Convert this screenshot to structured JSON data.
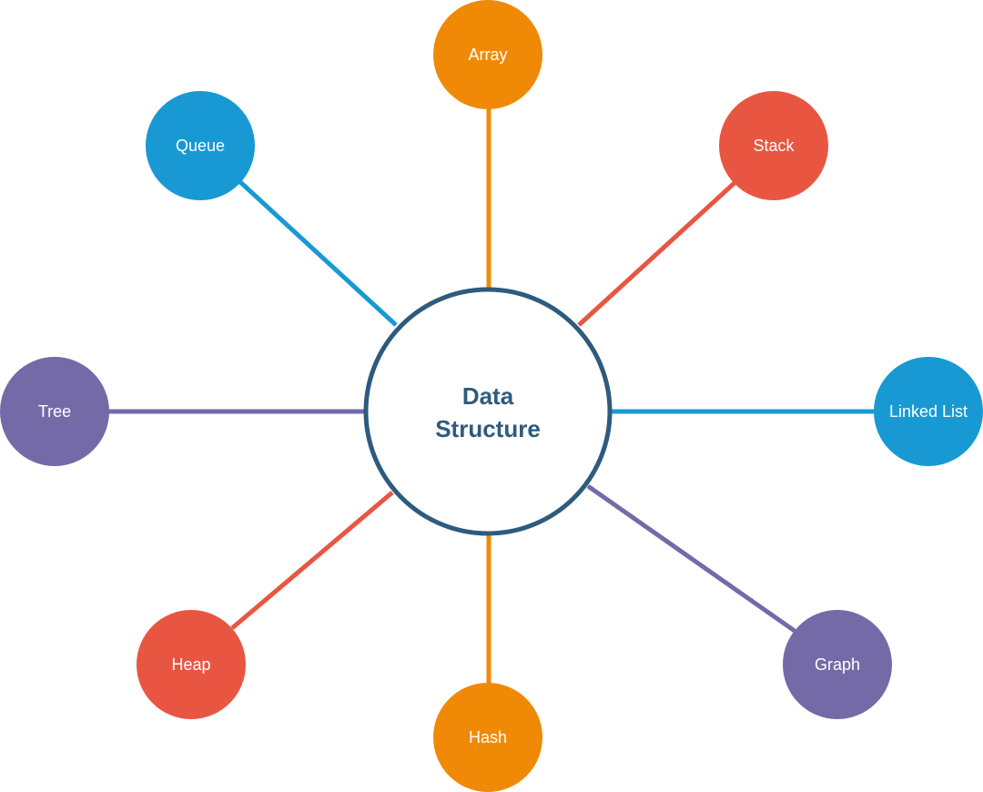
{
  "center": {
    "line1": "Data",
    "line2": "Structure",
    "border_color": "#2e5b7d",
    "text_color": "#2e5b7d"
  },
  "palette": {
    "orange": "#f08a06",
    "red": "#e85642",
    "blue": "#1899d3",
    "purple": "#756aa8"
  },
  "nodes": [
    {
      "id": "array",
      "label": "Array",
      "color": "orange"
    },
    {
      "id": "stack",
      "label": "Stack",
      "color": "red"
    },
    {
      "id": "linked-list",
      "label": "Linked List",
      "color": "blue"
    },
    {
      "id": "graph",
      "label": "Graph",
      "color": "purple"
    },
    {
      "id": "hash",
      "label": "Hash",
      "color": "orange"
    },
    {
      "id": "heap",
      "label": "Heap",
      "color": "red"
    },
    {
      "id": "tree",
      "label": "Tree",
      "color": "purple"
    },
    {
      "id": "queue",
      "label": "Queue",
      "color": "blue"
    }
  ]
}
